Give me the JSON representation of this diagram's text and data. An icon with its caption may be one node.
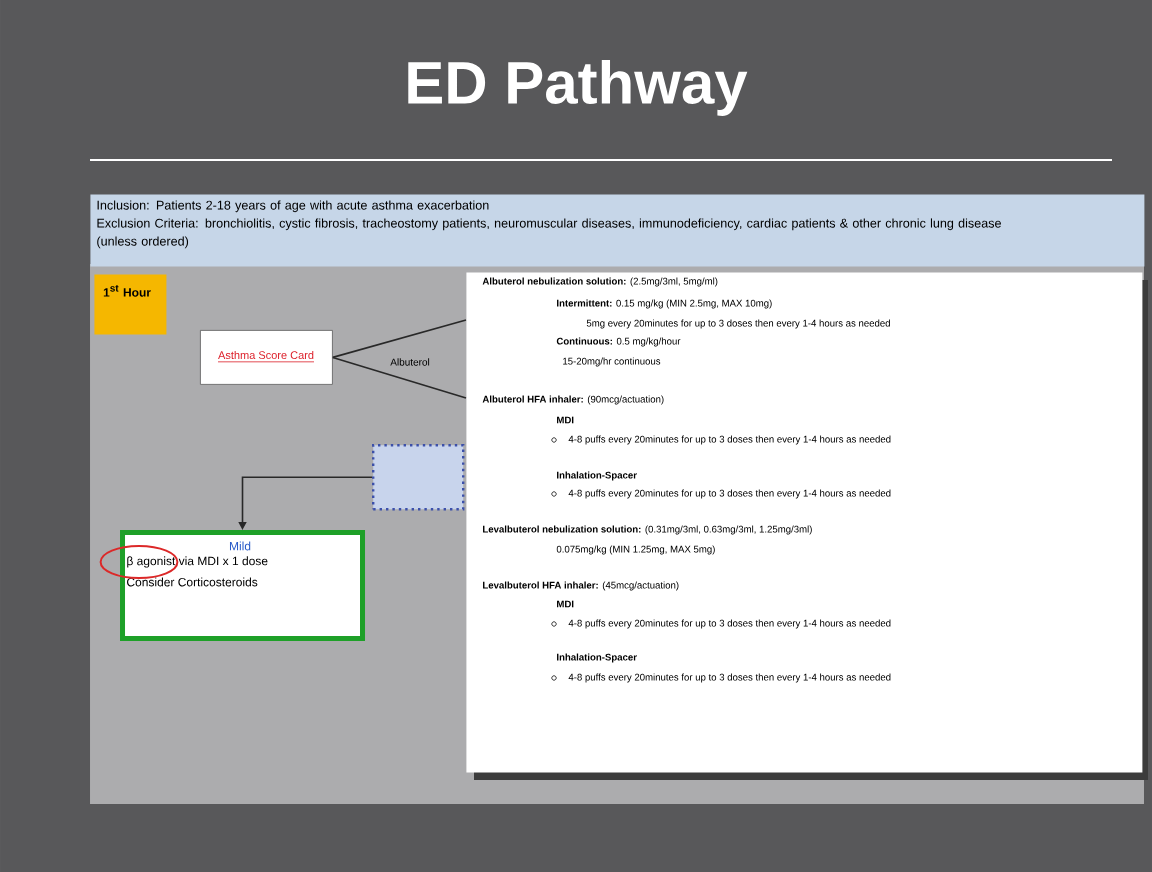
{
  "diagram": {
    "title": "ED Pathway",
    "nodes": [
      {
        "text": [
          "Inclusion: Patients 2-18 years of age with acute asthma exacerbation",
          "Exclusion Criteria: bronchiolitis, cystic fibrosis, tracheostomy patients, neuromuscular diseases, immunodeficiency, cardiac patients & other chronic lung disease (unless ordered)"
        ]
      },
      {
        "text": [
          "1$^{st}$ Hour"
        ]
      },
      {
        "text": [
          "Asthma Score Card"
        ]
      },
      {
        "text": [],
        "shape": "box"
      },
      {
        "text": [
          "Mild",
          "β agonist via MDI x 1 dose",
          "Consider Corticosteroids"
        ]
      },
      {
        "text": [
          "**Albuterol nebulization solution:** (2.5mg/3ml, 5mg/ml)",
          "**Intermittent:** 0.15 mg/kg (MIN 2.5mg, MAX 10mg)",
          "5mg every 20minutes for up to 3 doses then every 1-4 hours as needed",
          "**Continuous:** 0.5 mg/kg/hour",
          "15-20mg/hr continuous",
          "**Albuterol HFA inhaler:** (90mcg/actuation)",
          "MDI",
          "4-8 puffs every 20minutes for up to 3 doses then every 1-4 hours as needed",
          "Inhalation-Spacer",
          "4-8 puffs every 20minutes for up to 3 doses then every 1-4 hours as needed",
          "**Levalbuterol nebulization solution:** (0.31mg/3ml, 0.63mg/3ml, 1.25mg/3ml)",
          "0.075mg/kg (MIN 1.25mg, MAX 5mg)",
          "**Levalbuterol HFA inhaler:** (45mcg/actuation)",
          "MDI",
          "4-8 puffs every 20minutes for up to 3 doses then every 1-4 hours as needed",
          "Inhalation-Spacer",
          "4-8 puffs every 20minutes for up to 3 doses then every 1-4 hours as needed"
        ]
      }
    ],
    "edges": [
      {
        "from": 2,
        "to": 5,
        "arrow": "none",
        "label": "Albuterol"
      },
      {
        "from": 2,
        "to": 5,
        "arrow": "none"
      },
      {
        "from": 3,
        "to": 4,
        "arrow": "to"
      }
    ]
  }
}
